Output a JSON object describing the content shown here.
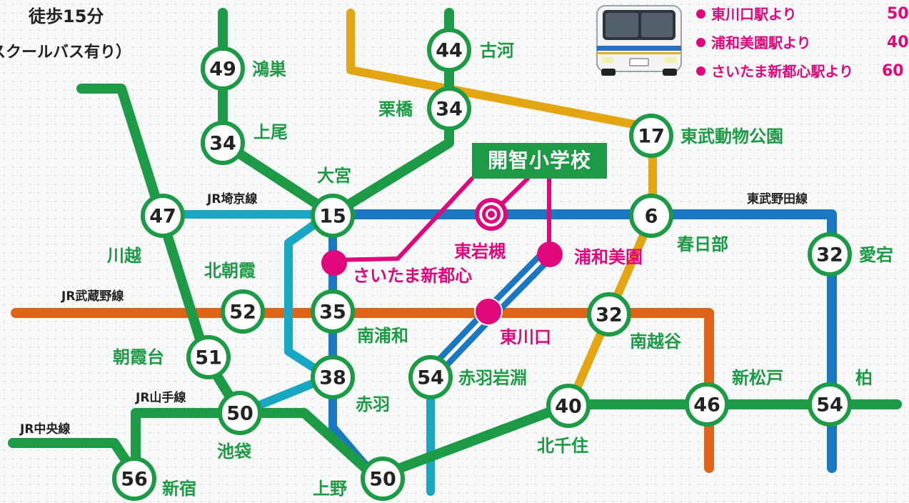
{
  "header": {
    "walk_text": "徒歩15分",
    "shuttle_text": "スクールバス有り）"
  },
  "bus_legend": [
    {
      "label": "東川口駅より",
      "minutes": "50"
    },
    {
      "label": "浦和美園駅より",
      "minutes": "40"
    },
    {
      "label": "さいたま新都心駅より",
      "minutes": "60"
    }
  ],
  "school_label": "開智小学校",
  "line_labels": {
    "saikyo": "JR埼京線",
    "tobu_noda": "東武野田線",
    "musashino": "JR武蔵野線",
    "yamanote": "JR山手線",
    "chuo": "JR中央線"
  },
  "stations": {
    "konosu": {
      "name": "鴻巣",
      "minutes": "49"
    },
    "ageo": {
      "name": "上尾",
      "minutes": "34"
    },
    "koga": {
      "name": "古河",
      "minutes": "44"
    },
    "kurihashi": {
      "name": "栗橋",
      "minutes": "34"
    },
    "omiya": {
      "name": "大宮",
      "minutes": "15"
    },
    "tobu_zoo": {
      "name": "東武動物公園",
      "minutes": "17"
    },
    "kasukabe": {
      "name": "春日部",
      "minutes": "6"
    },
    "atago": {
      "name": "愛宕",
      "minutes": "32"
    },
    "kawagoe": {
      "name": "川越",
      "minutes": "47"
    },
    "kitaasaka": {
      "name": "北朝霞",
      "minutes": "52"
    },
    "minamiurawa": {
      "name": "南浦和",
      "minutes": "35"
    },
    "minamikoshigaya": {
      "name": "南越谷",
      "minutes": "32"
    },
    "asakadai": {
      "name": "朝霞台",
      "minutes": "51"
    },
    "akabane": {
      "name": "赤羽",
      "minutes": "38"
    },
    "akabaneiwabuchi": {
      "name": "赤羽岩淵",
      "minutes": "54"
    },
    "ikebukuro": {
      "name": "池袋",
      "minutes": "50"
    },
    "kitasenju": {
      "name": "北千住",
      "minutes": "40"
    },
    "shinmatsudo": {
      "name": "新松戸",
      "minutes": "46"
    },
    "kashiwa": {
      "name": "柏",
      "minutes": "54"
    },
    "shinjuku": {
      "name": "新宿",
      "minutes": "56"
    },
    "ueno": {
      "name": "上野",
      "minutes": "50"
    }
  },
  "pink_stations": {
    "higashiiwatsuki": "東岩槻",
    "urawamisono": "浦和美園",
    "saitamashintoshin": "さいたま新都心",
    "higashikawaguchi": "東川口"
  },
  "colors": {
    "green": "#1d9a45",
    "pink": "#e0077d",
    "blue": "#1a78c2",
    "cyan": "#18a7c2",
    "orange": "#e06418",
    "yellow": "#e3a512"
  }
}
